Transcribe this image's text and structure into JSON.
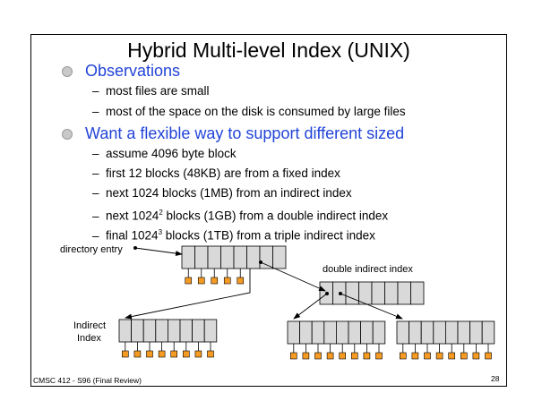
{
  "slide": {
    "title": "Hybrid Multi-level Index (UNIX)",
    "bullets": [
      {
        "heading": "Observations",
        "items": [
          "most files are small",
          "most of the space on the disk is consumed by large files"
        ]
      },
      {
        "heading": "Want a flexible way to support different sized",
        "items": [
          "assume 4096 byte block",
          "first 12 blocks (48KB) are from a fixed index",
          "next 1024  blocks (1MB) from an indirect index"
        ]
      }
    ],
    "item_double": {
      "pre": "next  1024",
      "sup": "2",
      "post": " blocks (1GB) from a double indirect index"
    },
    "item_triple": {
      "pre": "final 1024",
      "sup": "3",
      "post": " blocks (1TB) from a triple indirect index"
    }
  },
  "diagram": {
    "directory_entry_label": "directory entry",
    "double_indirect_label": "double indirect index",
    "indirect_label_line1": "Indirect",
    "indirect_label_line2": "Index",
    "block_fill": "#d9d9d9",
    "data_block_fill": "#f59a23"
  },
  "footer": {
    "left": "CMSC 412 - S96  (Final Review)",
    "page": "28"
  }
}
